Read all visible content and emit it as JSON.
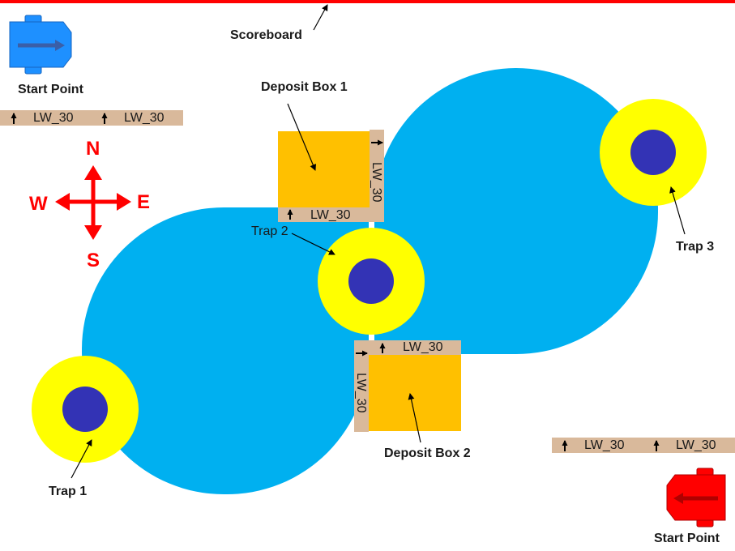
{
  "labels": {
    "scoreboard": "Scoreboard",
    "start_point_blue": "Start Point",
    "start_point_red": "Start Point",
    "deposit_box_1": "Deposit Box 1",
    "deposit_box_2": "Deposit Box 2",
    "trap_1": "Trap 1",
    "trap_2": "Trap 2",
    "trap_3": "Trap 3"
  },
  "walls": {
    "top_left_a": "LW_30",
    "top_left_b": "LW_30",
    "box1_bottom": "LW_30",
    "box1_right": "LW_30",
    "box2_top": "LW_30",
    "box2_left": "LW_30",
    "bottom_right_a": "LW_30",
    "bottom_right_b": "LW_30"
  },
  "compass": {
    "north": "N",
    "south": "S",
    "east": "E",
    "west": "W"
  },
  "colors": {
    "water": "#00B0F0",
    "deposit_box": "#FFC000",
    "wall": "#D9B99B",
    "trap_outer": "#FFFF00",
    "trap_inner": "#3333B5",
    "compass": "#FF0000",
    "scoreboard_line": "#FF0000",
    "robot_blue": "#1E90FF",
    "robot_red": "#FF0000"
  }
}
